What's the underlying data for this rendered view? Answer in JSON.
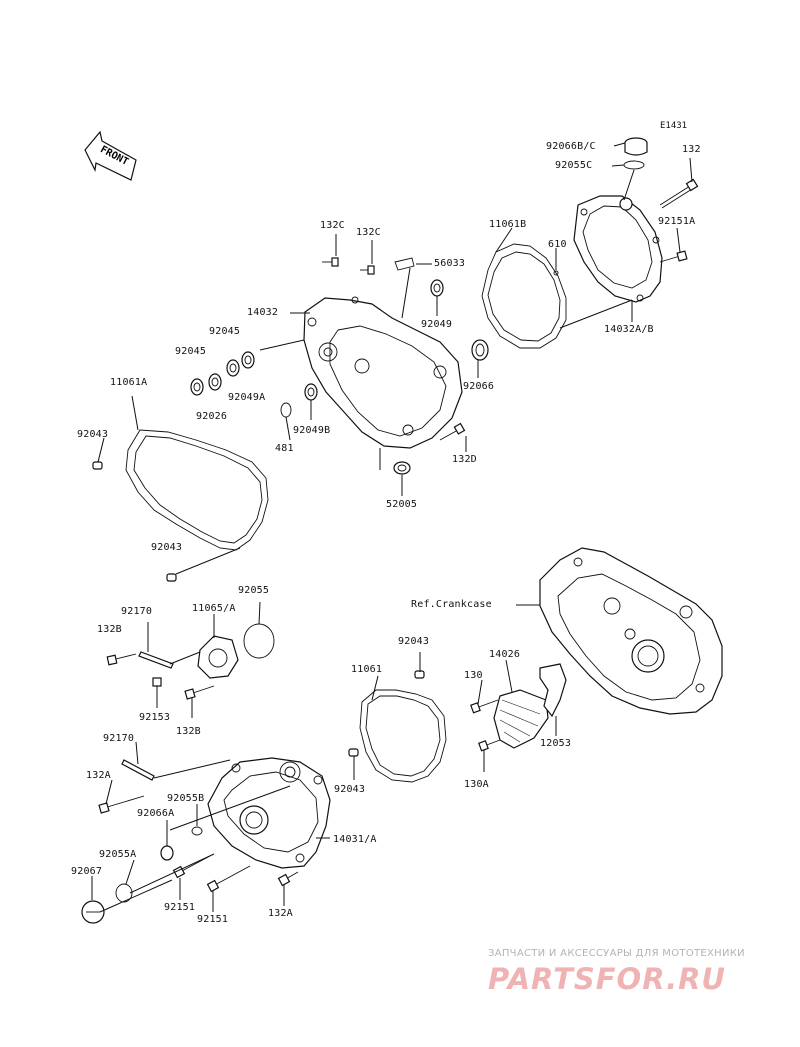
{
  "diagram": {
    "id": "E1431",
    "front_label": "FRONT",
    "labels": [
      {
        "key": "l1",
        "text": "92066B/C"
      },
      {
        "key": "l2",
        "text": "92055C"
      },
      {
        "key": "l3",
        "text": "132"
      },
      {
        "key": "l4",
        "text": "92151A"
      },
      {
        "key": "l5",
        "text": "11061B"
      },
      {
        "key": "l6",
        "text": "610"
      },
      {
        "key": "l7",
        "text": "14032A/B"
      },
      {
        "key": "l8",
        "text": "132C"
      },
      {
        "key": "l9",
        "text": "132C"
      },
      {
        "key": "l10",
        "text": "56033"
      },
      {
        "key": "l11",
        "text": "14032"
      },
      {
        "key": "l12",
        "text": "92049"
      },
      {
        "key": "l13",
        "text": "92045"
      },
      {
        "key": "l14",
        "text": "92045"
      },
      {
        "key": "l15",
        "text": "92066"
      },
      {
        "key": "l16",
        "text": "11061A"
      },
      {
        "key": "l17",
        "text": "92049A"
      },
      {
        "key": "l18",
        "text": "92026"
      },
      {
        "key": "l19",
        "text": "92043"
      },
      {
        "key": "l20",
        "text": "92049B"
      },
      {
        "key": "l21",
        "text": "481"
      },
      {
        "key": "l22",
        "text": "132D"
      },
      {
        "key": "l23",
        "text": "52005"
      },
      {
        "key": "l24",
        "text": "92043"
      },
      {
        "key": "l25",
        "text": "92055"
      },
      {
        "key": "l26",
        "text": "Ref.Crankcase"
      },
      {
        "key": "l27",
        "text": "92170"
      },
      {
        "key": "l28",
        "text": "11065/A"
      },
      {
        "key": "l29",
        "text": "132B"
      },
      {
        "key": "l30",
        "text": "92043"
      },
      {
        "key": "l31",
        "text": "14026"
      },
      {
        "key": "l32",
        "text": "11061"
      },
      {
        "key": "l33",
        "text": "130"
      },
      {
        "key": "l34",
        "text": "92153"
      },
      {
        "key": "l35",
        "text": "132B"
      },
      {
        "key": "l36",
        "text": "12053"
      },
      {
        "key": "l37",
        "text": "92170"
      },
      {
        "key": "l38",
        "text": "130A"
      },
      {
        "key": "l39",
        "text": "132A"
      },
      {
        "key": "l40",
        "text": "92043"
      },
      {
        "key": "l41",
        "text": "92055B"
      },
      {
        "key": "l42",
        "text": "92066A"
      },
      {
        "key": "l43",
        "text": "14031/A"
      },
      {
        "key": "l44",
        "text": "92055A"
      },
      {
        "key": "l45",
        "text": "92067"
      },
      {
        "key": "l46",
        "text": "92151"
      },
      {
        "key": "l47",
        "text": "92151"
      },
      {
        "key": "l48",
        "text": "132A"
      }
    ]
  },
  "watermark": {
    "tagline": "ЗАПЧАСТИ И АКСЕССУАРЫ ДЛЯ МОТОТЕХНИКИ",
    "brand": "PARTSFOR.RU"
  }
}
